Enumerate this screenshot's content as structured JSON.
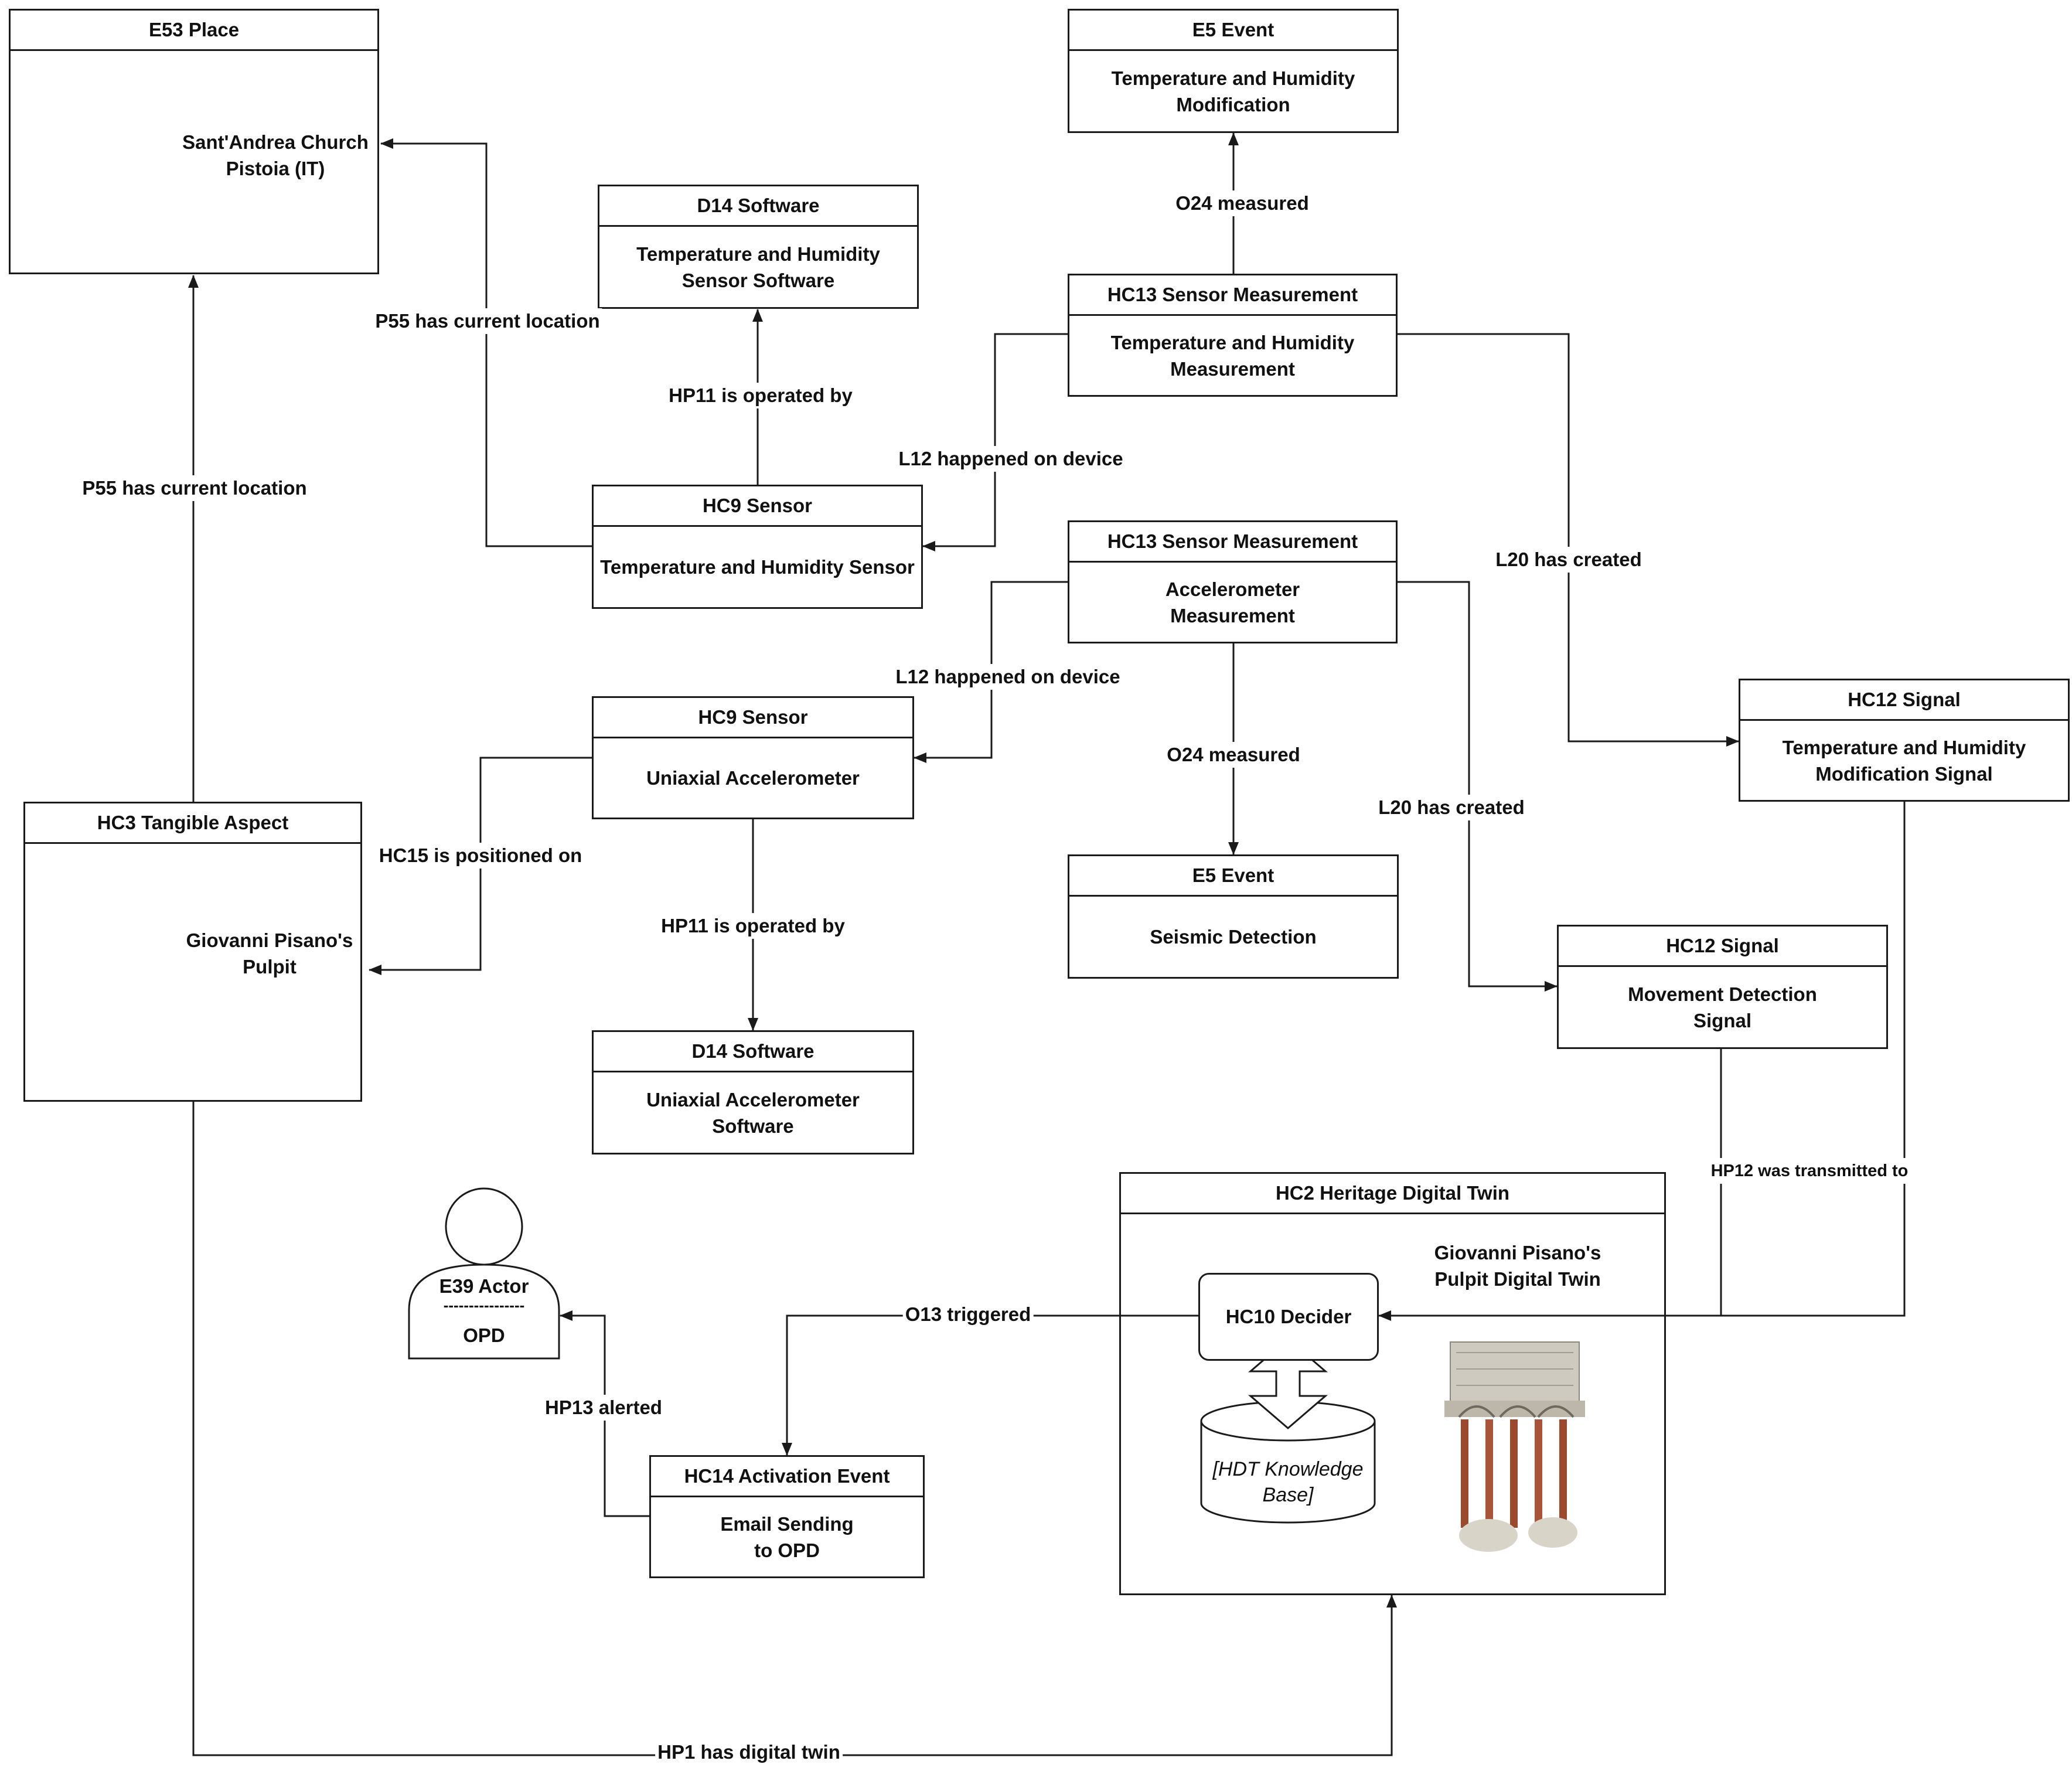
{
  "nodes": {
    "e53_place": {
      "header": "E53 Place",
      "label": "Sant'Andrea Church\nPistoia (IT)",
      "icon": "church-icon"
    },
    "e5_temp": {
      "header": "E5 Event",
      "label": "Temperature and Humidity\nModification"
    },
    "d14_temp": {
      "header": "D14 Software",
      "label": "Temperature and Humidity\nSensor Software"
    },
    "hc13_temp": {
      "header": "HC13 Sensor Measurement",
      "label": "Temperature and Humidity\nMeasurement"
    },
    "hc9_temp": {
      "header": "HC9 Sensor",
      "label": "Temperature and Humidity Sensor"
    },
    "hc13_acc": {
      "header": "HC13 Sensor Measurement",
      "label": "Accelerometer\nMeasurement"
    },
    "hc9_acc": {
      "header": "HC9 Sensor",
      "label": "Uniaxial Accelerometer"
    },
    "hc3": {
      "header": "HC3 Tangible Aspect",
      "label": "Giovanni Pisano's\nPulpit",
      "icon": "pulpit-icon"
    },
    "e5_seismic": {
      "header": "E5 Event",
      "label": "Seismic Detection"
    },
    "hc12_temp": {
      "header": "HC12 Signal",
      "label": "Temperature and Humidity\nModification Signal"
    },
    "hc12_move": {
      "header": "HC12 Signal",
      "label": "Movement Detection\nSignal"
    },
    "d14_acc": {
      "header": "D14 Software",
      "label": "Uniaxial Accelerometer\nSoftware"
    },
    "hc2": {
      "header": "HC2 Heritage Digital Twin",
      "label": "Giovanni Pisano's\nPulpit Digital Twin",
      "icon": "pulpit-icon"
    },
    "hc10": {
      "label": "HC10 Decider"
    },
    "kb": {
      "label": "[HDT Knowledge\nBase]",
      "icon": "database-icon"
    },
    "e39": {
      "header": "E39 Actor",
      "separator": "----------------",
      "label": "OPD",
      "icon": "person-icon"
    },
    "hc14": {
      "header": "HC14 Activation Event",
      "label": "Email Sending\nto OPD"
    }
  },
  "edges": {
    "p55_church_hc9": "P55 has current location",
    "p55_pulpit": "P55 has current location",
    "hp11_temp": "HP11 is operated by",
    "l12_temp": "L12 happened on device",
    "o24_temp": "O24 measured",
    "l20_temp": "L20 has created",
    "l12_acc": "L12 happened on device",
    "o24_acc": "O24 measured",
    "l20_acc": "L20 has created",
    "hc15": "HC15 is positioned on",
    "hp11_acc": "HP11 is operated by",
    "hp12": "HP12 was transmitted to",
    "o13": "O13 triggered",
    "hp13": "HP13 alerted",
    "hp1": "HP1 has digital twin"
  }
}
